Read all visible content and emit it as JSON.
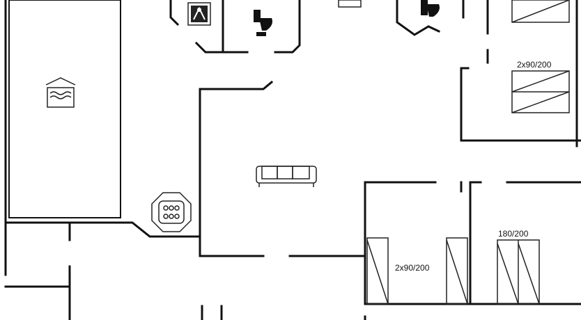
{
  "floorplan": {
    "bed_labels": {
      "top_right_beds": "2x90/200",
      "middle_room_beds": "2x90/200",
      "right_room_bed": "180/200"
    },
    "icons": {
      "pool": "pool-icon",
      "shower": "shower-icon",
      "toilet_left": "toilet-icon",
      "toilet_right": "toilet-icon",
      "sofa": "sofa-icon",
      "hot_tub": "whirlpool-icon"
    },
    "colors": {
      "wall": "#111111",
      "background": "#ffffff"
    }
  }
}
